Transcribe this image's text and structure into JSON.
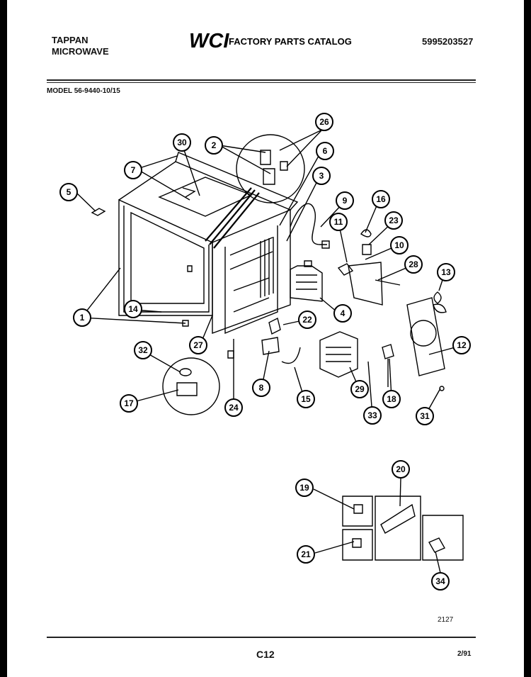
{
  "header": {
    "brand_line1": "TAPPAN",
    "brand_line2": "MICROWAVE",
    "logo_text": "WCI",
    "catalog_title": "FACTORY PARTS CATALOG",
    "catalog_number": "5995203527"
  },
  "model_line": "MODEL 56-9440-10/15",
  "callouts": [
    "1",
    "2",
    "3",
    "4",
    "5",
    "6",
    "7",
    "8",
    "9",
    "10",
    "11",
    "12",
    "13",
    "14",
    "15",
    "16",
    "17",
    "18",
    "19",
    "20",
    "21",
    "22",
    "23",
    "24",
    "26",
    "27",
    "28",
    "29",
    "30",
    "31",
    "32",
    "33",
    "34"
  ],
  "footer": {
    "drawing_number": "2127",
    "page_code": "C12",
    "date": "2/91"
  }
}
